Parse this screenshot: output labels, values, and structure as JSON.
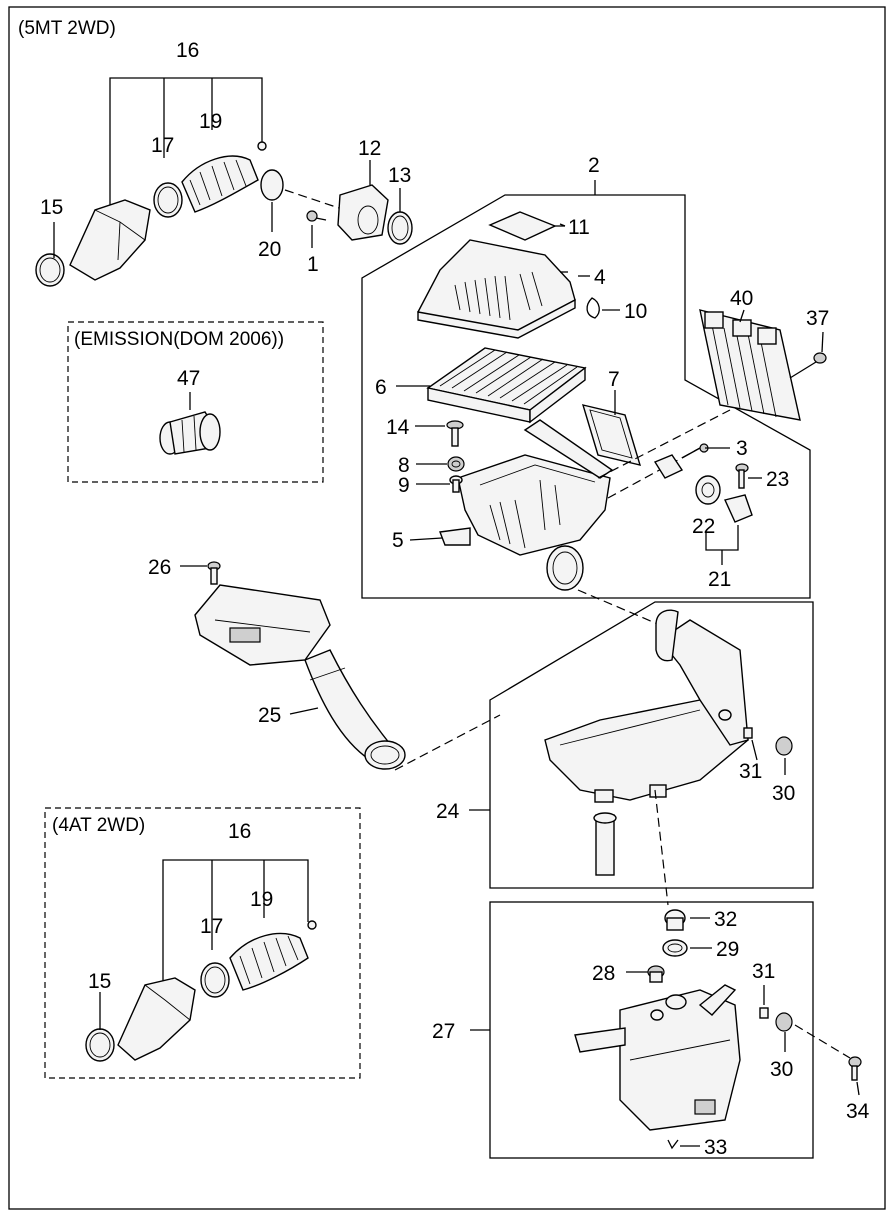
{
  "sections": {
    "main": "(5MT 2WD)",
    "emission": "(EMISSION(DOM 2006))",
    "at": "(4AT 2WD)"
  },
  "labels": {
    "p1": "1",
    "p2": "2",
    "p3": "3",
    "p4": "4",
    "p5": "5",
    "p6": "6",
    "p7": "7",
    "p8": "8",
    "p9": "9",
    "p10": "10",
    "p11": "11",
    "p12": "12",
    "p13": "13",
    "p14": "14",
    "p15": "15",
    "p16": "16",
    "p17": "17",
    "p19": "19",
    "p20": "20",
    "p21": "21",
    "p22": "22",
    "p23": "23",
    "p24": "24",
    "p25": "25",
    "p26": "26",
    "p27": "27",
    "p28": "28",
    "p29": "29",
    "p30": "30",
    "p31": "31",
    "p32": "32",
    "p33": "33",
    "p34": "34",
    "p37": "37",
    "p40": "40",
    "p47": "47"
  }
}
